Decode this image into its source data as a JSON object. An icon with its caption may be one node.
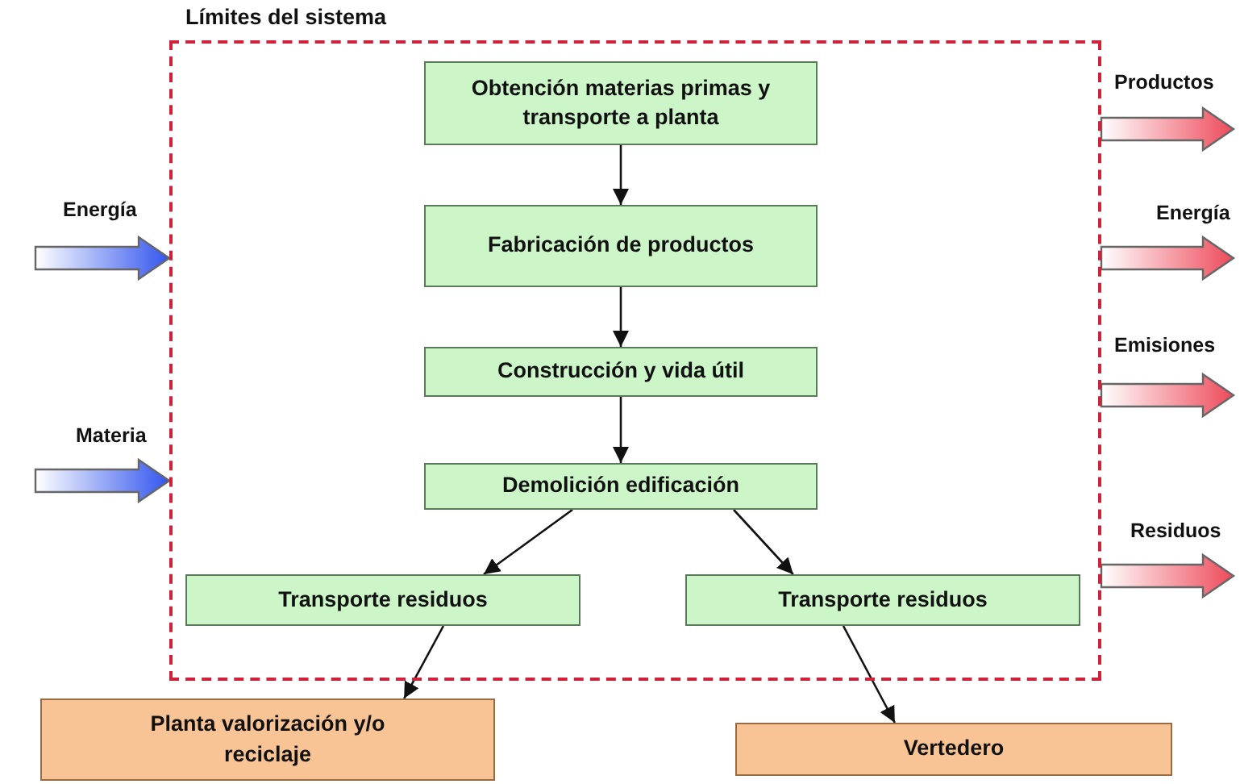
{
  "diagram": {
    "nodes": [
      {
        "text": [
          "Límites del sistema"
        ]
      },
      {
        "text": [
          "Obtención materias primas y transporte a planta"
        ],
        "in": 0
      },
      {
        "text": [
          "Fabricación de productos"
        ],
        "in": 0
      },
      {
        "text": [
          "Construcción y vida útil"
        ],
        "in": 0
      },
      {
        "text": [
          "Demolición edificación"
        ],
        "in": 0
      },
      {
        "text": [
          "Transporte residuos"
        ],
        "in": 0
      },
      {
        "text": [
          "Transporte residuos"
        ],
        "in": 0
      },
      {
        "text": [
          "Planta valorización y/o reciclaje"
        ]
      },
      {
        "text": [
          "Vertedero"
        ]
      }
    ],
    "edges": [
      {
        "from": 1,
        "to": 2,
        "arrow": "to"
      },
      {
        "from": 2,
        "to": 3,
        "arrow": "to"
      },
      {
        "from": 3,
        "to": 4,
        "arrow": "to"
      },
      {
        "from": 4,
        "to": 5,
        "arrow": "to"
      },
      {
        "from": 4,
        "to": 6,
        "arrow": "to"
      },
      {
        "from": 5,
        "to": 7,
        "arrow": "to"
      },
      {
        "from": 6,
        "to": 8,
        "arrow": "to"
      },
      {
        "from": null,
        "to": 0,
        "arrow": "to",
        "label": "Energía",
        "style": "thick",
        "color": "#3355ee"
      },
      {
        "from": null,
        "to": 0,
        "arrow": "to",
        "label": "Materia",
        "style": "thick",
        "color": "#3355ee"
      },
      {
        "from": 0,
        "to": null,
        "arrow": "to",
        "label": "Productos",
        "style": "thick",
        "color": "#ee4a5a"
      },
      {
        "from": 0,
        "to": null,
        "arrow": "to",
        "label": "Energía",
        "style": "thick",
        "color": "#ee4a5a"
      },
      {
        "from": 0,
        "to": null,
        "arrow": "to",
        "label": "Emisiones",
        "style": "thick",
        "color": "#ee4a5a"
      },
      {
        "from": 0,
        "to": null,
        "arrow": "to",
        "label": "Residuos",
        "style": "thick",
        "color": "#ee4a5a"
      }
    ]
  }
}
